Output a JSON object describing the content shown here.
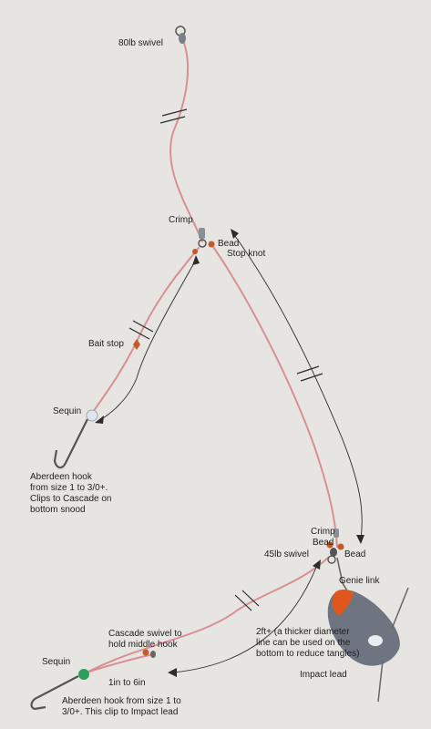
{
  "labels": {
    "swivel_80": "80lb swivel",
    "crimp_top": "Crimp",
    "bead_top": "Bead",
    "stop_knot": "Stop knot",
    "bait_stop": "Bait stop",
    "sequin_top": "Sequin",
    "aberdeen_top": "Aberdeen hook\nfrom size 1 to 3/0+.\nClips to Cascade on\nbottom snood",
    "crimp_bottom": "Crimp",
    "bead_bottom_left": "Bead",
    "swivel_45": "45lb swivel",
    "bead_bottom_right": "Bead",
    "genie_link": "Genie link",
    "cascade_swivel": "Cascade swivel to\nhold middle hook",
    "line_note": "2ft+ (a thicker diameter\nline can be used on the\nbottom to reduce tangles)",
    "impact_lead": "Impact lead",
    "sequin_bottom": "Sequin",
    "length_range": "1in to 6in",
    "aberdeen_bottom": "Aberdeen hook from size 1 to\n3/0+. This clip to Impact lead"
  },
  "colors": {
    "line": "#d98f95",
    "arrow": "#2b2b2b",
    "sequin": "#2f9e5a",
    "bead": "#c45a2a",
    "lead_body": "#6f7580",
    "lead_nose": "#e0561c"
  }
}
